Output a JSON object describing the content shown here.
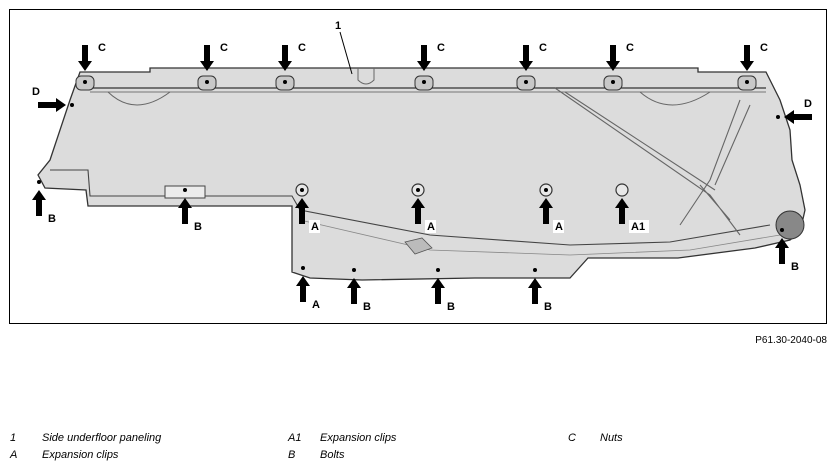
{
  "part_label": "1",
  "reference_code": "P61.30-2040-08",
  "callouts": [
    {
      "letter": "C"
    },
    {
      "letter": "C"
    },
    {
      "letter": "C"
    },
    {
      "letter": "C"
    },
    {
      "letter": "C"
    },
    {
      "letter": "C"
    },
    {
      "letter": "C"
    },
    {
      "letter": "D"
    },
    {
      "letter": "D"
    },
    {
      "letter": "B"
    },
    {
      "letter": "B"
    },
    {
      "letter": "B"
    },
    {
      "letter": "B"
    },
    {
      "letter": "B"
    },
    {
      "letter": "B"
    },
    {
      "letter": "A"
    },
    {
      "letter": "A"
    },
    {
      "letter": "A"
    },
    {
      "letter": "A"
    },
    {
      "letter": "A1"
    }
  ],
  "legend": [
    {
      "key": "1",
      "text": "Side underfloor paneling"
    },
    {
      "key": "A",
      "text": "Expansion clips"
    },
    {
      "key": "A1",
      "text": "Expansion clips"
    },
    {
      "key": "B",
      "text": "Bolts"
    },
    {
      "key": "C",
      "text": "Nuts"
    }
  ]
}
